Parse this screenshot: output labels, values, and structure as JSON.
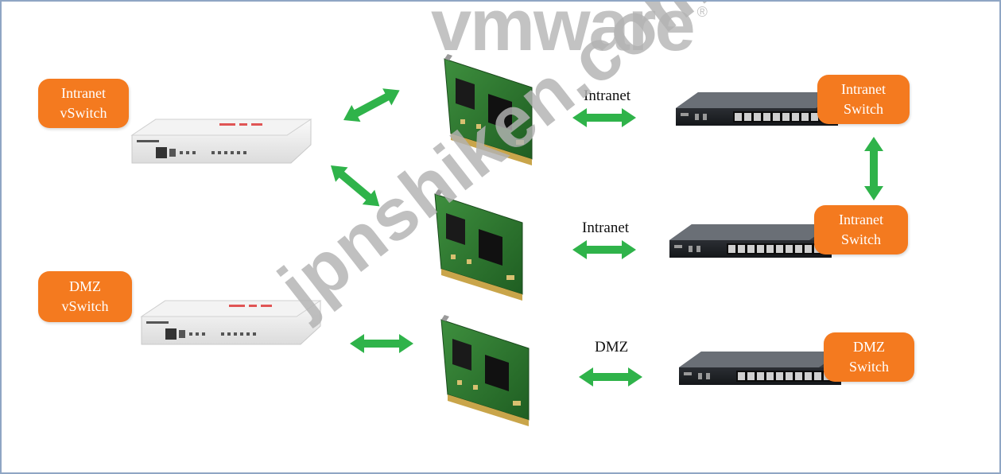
{
  "logo": {
    "text": "vmware",
    "registered": "®"
  },
  "vswitches": [
    {
      "line1": "Intranet",
      "line2": "vSwitch"
    },
    {
      "line1": "DMZ",
      "line2": "vSwitch"
    }
  ],
  "links": [
    "Intranet",
    "Intranet",
    "DMZ"
  ],
  "physical_switches": [
    {
      "line1": "Intranet",
      "line2": "Switch"
    },
    {
      "line1": "Intranet",
      "line2": "Switch"
    },
    {
      "line1": "DMZ",
      "line2": "Switch"
    }
  ],
  "watermark": "jpnshiken.com",
  "colors": {
    "arrow": "#2fb34a",
    "tag": "#f47a1f",
    "frame": "#8fa6c4"
  }
}
